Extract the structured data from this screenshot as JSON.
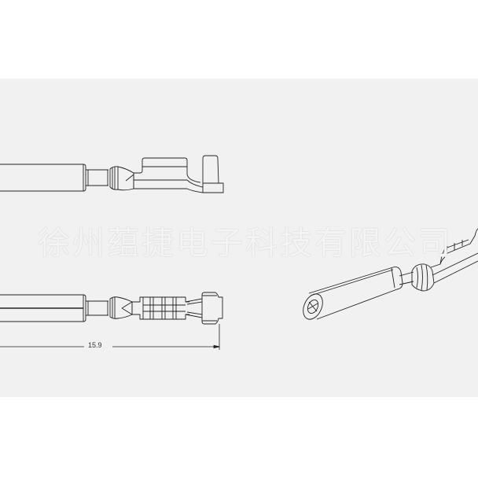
{
  "drawing": {
    "background_color": "#f1f1f1",
    "line_color": "#222222",
    "views": [
      {
        "name": "side-view",
        "description": "Female crimp terminal, side elevation"
      },
      {
        "name": "top-view",
        "description": "Female crimp terminal, top plan with dimension"
      },
      {
        "name": "isometric-view",
        "description": "Female crimp terminal, 3D isometric"
      }
    ],
    "dimension": {
      "value": "15.9"
    }
  },
  "watermark": {
    "text": "徐州蕴捷电子科技有限公司"
  }
}
